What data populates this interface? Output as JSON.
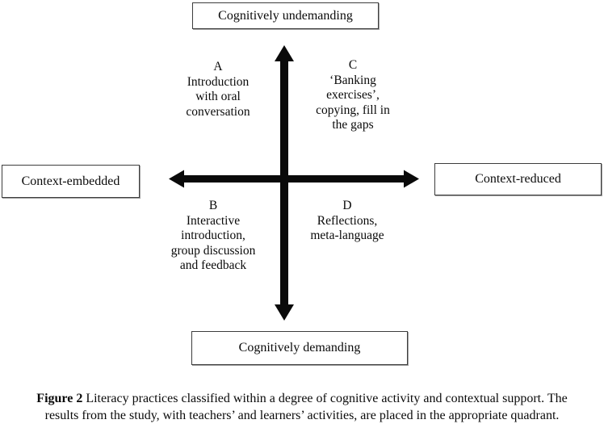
{
  "diagram": {
    "top_box_label": "Cognitively undemanding",
    "bottom_box_label": "Cognitively demanding",
    "left_box_label": "Context-embedded",
    "right_box_label": "Context-reduced",
    "quadrants": {
      "a": {
        "label": "A",
        "lines": [
          "Introduction",
          "with oral",
          "conversation"
        ]
      },
      "c": {
        "label": "C",
        "lines": [
          "‘Banking",
          "exercises’,",
          "copying, fill in",
          "the gaps"
        ]
      },
      "b": {
        "label": "B",
        "lines": [
          "Interactive",
          "introduction,",
          "group discussion",
          "and feedback"
        ]
      },
      "d": {
        "label": "D",
        "lines": [
          "Reflections,",
          "meta-language"
        ]
      }
    }
  },
  "caption": {
    "label": "Figure 2",
    "line1": " Literacy practices classified within a degree of cognitive activity and contextual support. The",
    "line2": "results from the study, with teachers’ and learners’ activities, are placed in the appropriate quadrant."
  }
}
